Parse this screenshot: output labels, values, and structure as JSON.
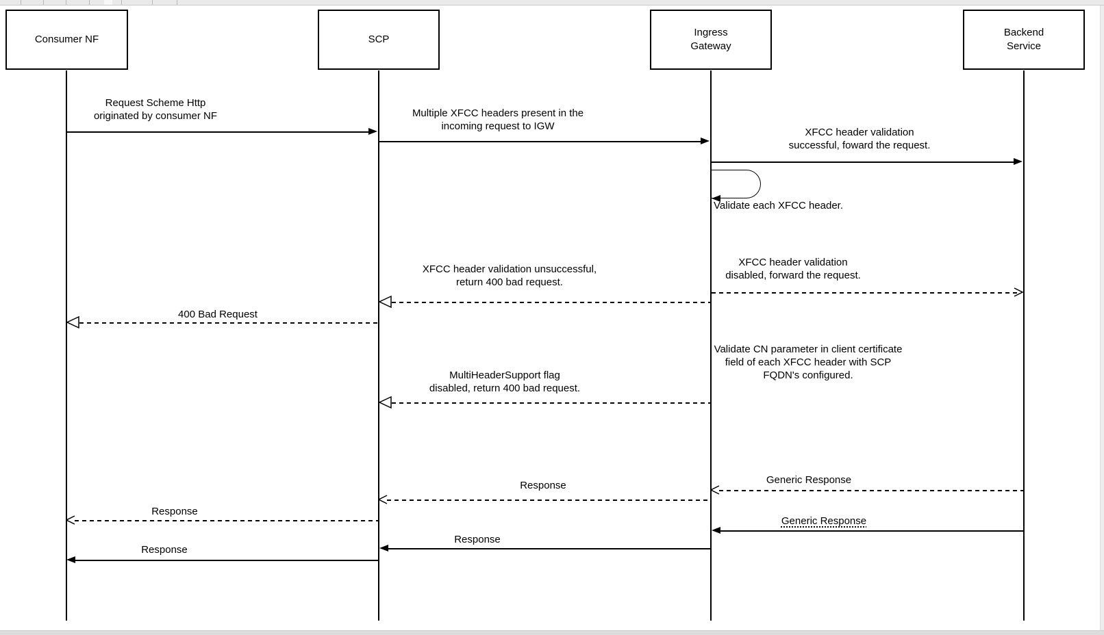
{
  "actors": [
    {
      "name": "Consumer NF",
      "lines": [
        "Consumer NF"
      ]
    },
    {
      "name": "SCP",
      "lines": [
        "SCP"
      ]
    },
    {
      "name": "Ingress Gateway",
      "lines": [
        "Ingress",
        "Gateway"
      ]
    },
    {
      "name": "Backend Service",
      "lines": [
        "Backend",
        "Service"
      ]
    }
  ],
  "messages": [
    {
      "from": "Consumer NF",
      "to": "SCP",
      "line_style": "solid",
      "lines": [
        "Request Scheme Http",
        "originated by consumer NF"
      ]
    },
    {
      "from": "SCP",
      "to": "Ingress Gateway",
      "line_style": "solid",
      "lines": [
        "Multiple XFCC headers present in the",
        "incoming request to IGW"
      ]
    },
    {
      "from": "Ingress Gateway",
      "to": "Backend Service",
      "line_style": "solid",
      "lines": [
        "XFCC header validation",
        "successful, foward the request."
      ]
    },
    {
      "from": "Ingress Gateway",
      "to": "Backend Service",
      "line_style": "dashed",
      "lines": [
        "XFCC header validation",
        "disabled, forward the request."
      ]
    },
    {
      "from": "Ingress Gateway",
      "to": "SCP",
      "line_style": "dashed",
      "lines": [
        "XFCC header validation unsuccessful,",
        "return 400 bad request."
      ]
    },
    {
      "from": "SCP",
      "to": "Consumer NF",
      "line_style": "dashed",
      "lines": [
        "400 Bad Request"
      ]
    },
    {
      "from": "Ingress Gateway",
      "to": "SCP",
      "line_style": "dashed",
      "lines": [
        "MultiHeaderSupport flag",
        "disabled, return 400 bad request."
      ]
    },
    {
      "from": "Backend Service",
      "to": "Ingress Gateway",
      "line_style": "dashed",
      "lines": [
        "Generic Response"
      ]
    },
    {
      "from": "Ingress Gateway",
      "to": "SCP",
      "line_style": "dashed",
      "lines": [
        "Response"
      ]
    },
    {
      "from": "SCP",
      "to": "Consumer NF",
      "line_style": "dashed",
      "lines": [
        "Response"
      ]
    },
    {
      "from": "Backend Service",
      "to": "Ingress Gateway",
      "line_style": "solid",
      "lines": [
        "Generic Response"
      ]
    },
    {
      "from": "Ingress Gateway",
      "to": "SCP",
      "line_style": "solid",
      "lines": [
        "Response"
      ]
    },
    {
      "from": "SCP",
      "to": "Consumer NF",
      "line_style": "solid",
      "lines": [
        "Response"
      ]
    }
  ],
  "self_message": {
    "actor": "Ingress Gateway",
    "label": "Validate each XFCC header."
  },
  "note": {
    "lines": [
      "Validate CN parameter in client certificate",
      "field of each XFCC header with SCP",
      "FQDN's configured."
    ]
  },
  "colors": {
    "line": "#000000",
    "background": "#ffffff",
    "chrome_bar": "#eaeaea"
  }
}
